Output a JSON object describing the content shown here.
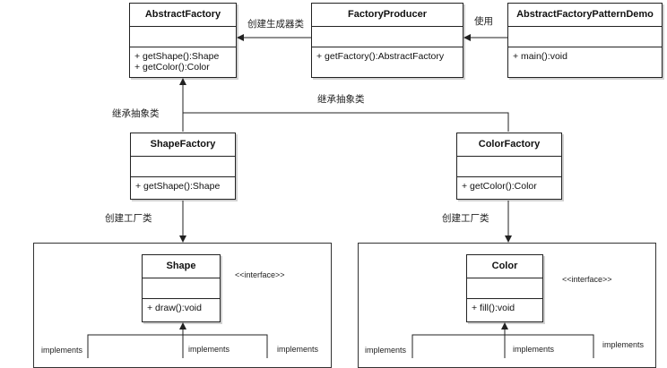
{
  "classes": {
    "abstract_factory": {
      "name": "AbstractFactory",
      "ops": [
        "+ getShape():Shape",
        "+ getColor():Color"
      ]
    },
    "factory_producer": {
      "name": "FactoryProducer",
      "ops": [
        "+ getFactory():AbstractFactory"
      ]
    },
    "demo": {
      "name": "AbstractFactoryPatternDemo",
      "ops": [
        "+ main():void"
      ]
    },
    "shape_factory": {
      "name": "ShapeFactory",
      "ops": [
        "+ getShape():Shape"
      ]
    },
    "color_factory": {
      "name": "ColorFactory",
      "ops": [
        "+ getColor():Color"
      ]
    },
    "shape": {
      "name": "Shape",
      "ops": [
        "+ draw():void"
      ]
    },
    "color": {
      "name": "Color",
      "ops": [
        "+ fill():void"
      ]
    }
  },
  "labels": {
    "creates_generator": "创建生成器类",
    "uses": "使用",
    "inherit_abstract_top": "继承抽象类",
    "inherit_abstract_left": "继承抽象类",
    "create_factory_left": "创建工厂类",
    "create_factory_right": "创建工厂类",
    "interface_shape": "<<interface>>",
    "interface_color": "<<interface>>",
    "implements": [
      "implements",
      "implements",
      "implements",
      "implements",
      "implements",
      "implements"
    ]
  }
}
